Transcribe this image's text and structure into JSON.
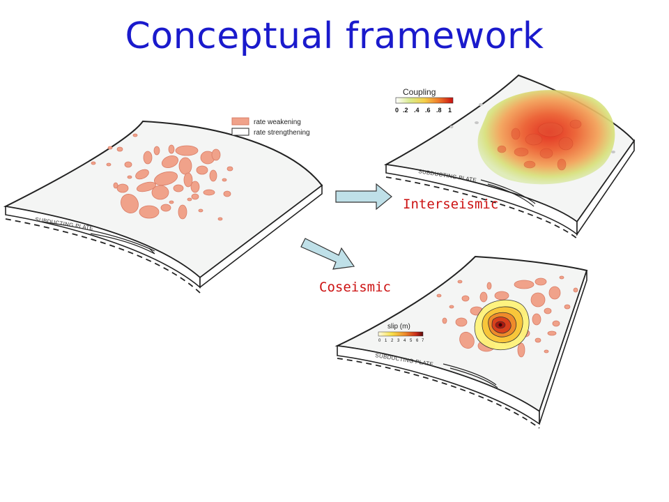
{
  "title": "Conceptual framework",
  "legend": {
    "weakening": "rate weakening",
    "strengthening": "rate strengthening"
  },
  "plate_label": "SUBDUCTING PLATE",
  "coupling_scale": {
    "title": "Coupling",
    "ticks": [
      "0",
      ".2",
      ".4",
      ".6",
      ".8",
      "1"
    ]
  },
  "slip_scale": {
    "title": "slip (m)",
    "ticks": [
      "0",
      "1",
      "2",
      "3",
      "4",
      "5",
      "6",
      "7"
    ]
  },
  "labels": {
    "interseismic": "Interseismic",
    "coseismic": "Coseismic"
  },
  "colors": {
    "title": "#1a1acc",
    "labels": "#cc1111",
    "patch": "#f0a28a",
    "patch_stroke": "#d87c66",
    "plate_fill": "#f4f5f4",
    "arrow_fill": "#bfe0e8"
  }
}
